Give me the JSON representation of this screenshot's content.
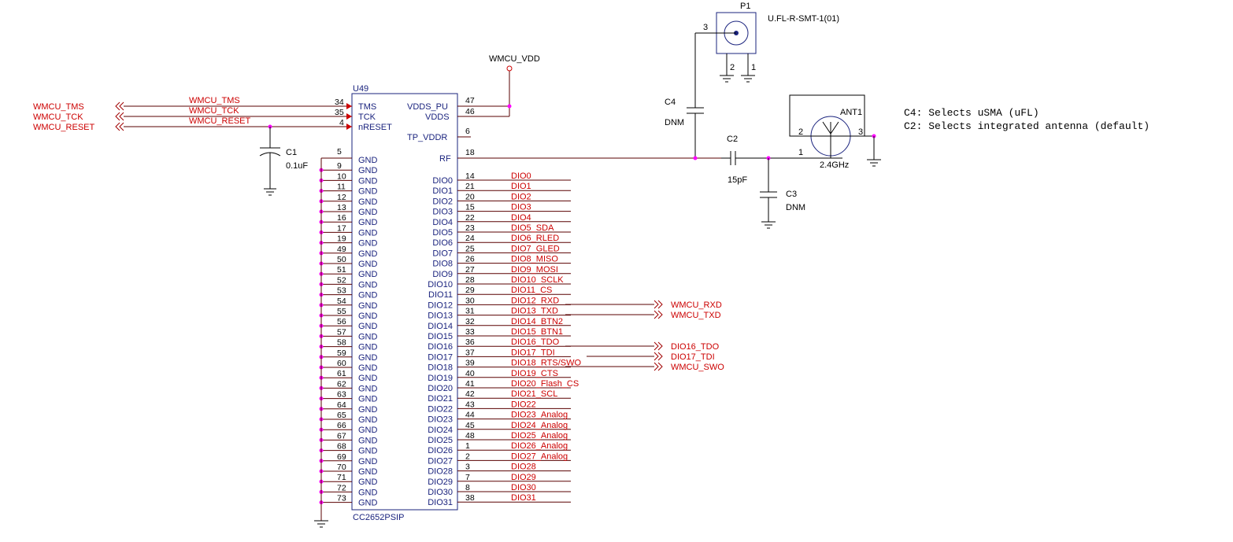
{
  "chip": {
    "ref": "U49",
    "part": "CC2652PSIP",
    "left_pins": [
      {
        "num": "34",
        "name": "TMS"
      },
      {
        "num": "35",
        "name": "TCK"
      },
      {
        "num": "4",
        "name": "nRESET"
      }
    ],
    "gnd_pins": [
      "5",
      "9",
      "10",
      "11",
      "12",
      "13",
      "16",
      "17",
      "19",
      "49",
      "50",
      "51",
      "52",
      "53",
      "54",
      "55",
      "56",
      "57",
      "58",
      "59",
      "60",
      "61",
      "62",
      "63",
      "64",
      "65",
      "66",
      "67",
      "68",
      "69",
      "70",
      "71",
      "72",
      "73"
    ],
    "gnd_label": "GND",
    "power_pins": [
      {
        "num": "47",
        "name": "VDDS_PU"
      },
      {
        "num": "46",
        "name": "VDDS"
      },
      {
        "num": "6",
        "name": "TP_VDDR"
      },
      {
        "num": "18",
        "name": "RF"
      }
    ],
    "dio_pins": [
      {
        "num": "14",
        "name": "DIO0",
        "net": "DIO0"
      },
      {
        "num": "21",
        "name": "DIO1",
        "net": "DIO1"
      },
      {
        "num": "20",
        "name": "DIO2",
        "net": "DIO2"
      },
      {
        "num": "15",
        "name": "DIO3",
        "net": "DIO3"
      },
      {
        "num": "22",
        "name": "DIO4",
        "net": "DIO4"
      },
      {
        "num": "23",
        "name": "DIO5",
        "net": "DIO5_SDA"
      },
      {
        "num": "24",
        "name": "DIO6",
        "net": "DIO6_RLED"
      },
      {
        "num": "25",
        "name": "DIO7",
        "net": "DIO7_GLED"
      },
      {
        "num": "26",
        "name": "DIO8",
        "net": "DIO8_MISO"
      },
      {
        "num": "27",
        "name": "DIO9",
        "net": "DIO9_MOSI"
      },
      {
        "num": "28",
        "name": "DIO10",
        "net": "DIO10_SCLK"
      },
      {
        "num": "29",
        "name": "DIO11",
        "net": "DIO11_CS"
      },
      {
        "num": "30",
        "name": "DIO12",
        "net": "DIO12_RXD"
      },
      {
        "num": "31",
        "name": "DIO13",
        "net": "DIO13_TXD"
      },
      {
        "num": "32",
        "name": "DIO14",
        "net": "DIO14_BTN2"
      },
      {
        "num": "33",
        "name": "DIO15",
        "net": "DIO15_BTN1"
      },
      {
        "num": "36",
        "name": "DIO16",
        "net": "DIO16_TDO"
      },
      {
        "num": "37",
        "name": "DIO17",
        "net": "DIO17_TDI"
      },
      {
        "num": "39",
        "name": "DIO18",
        "net": "DIO18_RTS/SWO"
      },
      {
        "num": "40",
        "name": "DIO19",
        "net": "DIO19_CTS"
      },
      {
        "num": "41",
        "name": "DIO20",
        "net": "DIO20_Flash_CS"
      },
      {
        "num": "42",
        "name": "DIO21",
        "net": "DIO21_SCL"
      },
      {
        "num": "43",
        "name": "DIO22",
        "net": "DIO22"
      },
      {
        "num": "44",
        "name": "DIO23",
        "net": "DIO23_Analog"
      },
      {
        "num": "45",
        "name": "DIO24",
        "net": "DIO24_Analog"
      },
      {
        "num": "48",
        "name": "DIO25",
        "net": "DIO25_Analog"
      },
      {
        "num": "1",
        "name": "DIO26",
        "net": "DIO26_Analog"
      },
      {
        "num": "2",
        "name": "DIO27",
        "net": "DIO27_Analog"
      },
      {
        "num": "3",
        "name": "DIO28",
        "net": "DIO28"
      },
      {
        "num": "7",
        "name": "DIO29",
        "net": "DIO29"
      },
      {
        "num": "8",
        "name": "DIO30",
        "net": "DIO30"
      },
      {
        "num": "38",
        "name": "DIO31",
        "net": "DIO31"
      }
    ]
  },
  "left_ports": [
    {
      "port": "WMCU_TMS",
      "net": "WMCU_TMS"
    },
    {
      "port": "WMCU_TCK",
      "net": "WMCU_TCK"
    },
    {
      "port": "WMCU_RESET",
      "net": "WMCU_RESET"
    }
  ],
  "right_ports": [
    "WMCU_RXD",
    "WMCU_TXD",
    "DIO16_TDO",
    "DIO17_TDI",
    "WMCU_SWO"
  ],
  "power_label": "WMCU_VDD",
  "c1": {
    "ref": "C1",
    "value": "0.1uF"
  },
  "c2": {
    "ref": "C2",
    "value": "15pF"
  },
  "c3": {
    "ref": "C3",
    "value": "DNM"
  },
  "c4": {
    "ref": "C4",
    "value": "DNM"
  },
  "p1": {
    "ref": "P1",
    "part": "U.FL-R-SMT-1(01)",
    "pin_signal": "3",
    "pin_gnd_a": "2",
    "pin_gnd_b": "1"
  },
  "ant1": {
    "ref": "ANT1",
    "value": "2.4GHz",
    "pin_feed": "1",
    "pin_left": "2",
    "pin_right": "3"
  },
  "notes": [
    "C4: Selects uSMA (uFL)",
    "C2: Selects integrated antenna (default)"
  ]
}
